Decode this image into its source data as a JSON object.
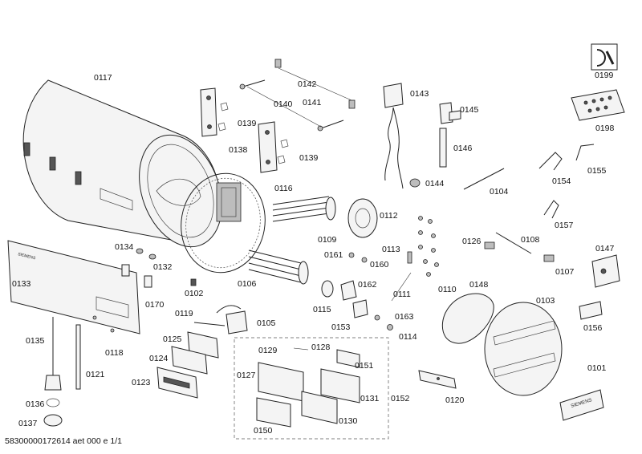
{
  "parts": {
    "p0117": "0117",
    "p0142": "0142",
    "p0140": "0140",
    "p0141": "0141",
    "p0139a": "0139",
    "p0139b": "0139",
    "p0138": "0138",
    "p0143": "0143",
    "p0145": "0145",
    "p0146": "0146",
    "p0199": "0199",
    "p0198": "0198",
    "p0116": "0116",
    "p0144": "0144",
    "p0104": "0104",
    "p0154": "0154",
    "p0155": "0155",
    "p0112": "0112",
    "p0109": "0109",
    "p0157": "0157",
    "p0134": "0134",
    "p0132": "0132",
    "p0133": "0133",
    "p0161": "0161",
    "p0160": "0160",
    "p0113": "0113",
    "p0126": "0126",
    "p0108": "0108",
    "p0147": "0147",
    "p0107": "0107",
    "p0170": "0170",
    "p0102": "0102",
    "p0106": "0106",
    "p0162": "0162",
    "p0110": "0110",
    "p0148": "0148",
    "p0111": "0111",
    "p0103": "0103",
    "p0119": "0119",
    "p0105": "0105",
    "p0115": "0115",
    "p0153": "0153",
    "p0163": "0163",
    "p0114": "0114",
    "p0156": "0156",
    "p0135": "0135",
    "p0125": "0125",
    "p0118": "0118",
    "p0129": "0129",
    "p0128": "0128",
    "p0124": "0124",
    "p0151": "0151",
    "p0121": "0121",
    "p0123": "0123",
    "p0127": "0127",
    "p0101": "0101",
    "p0120": "0120",
    "p0131": "0131",
    "p0152": "0152",
    "p0136": "0136",
    "p0130": "0130",
    "p0137": "0137",
    "p0150": "0150"
  },
  "brand": "SIEMENS",
  "footer": "58300000172614 aet 000 e 1/1"
}
